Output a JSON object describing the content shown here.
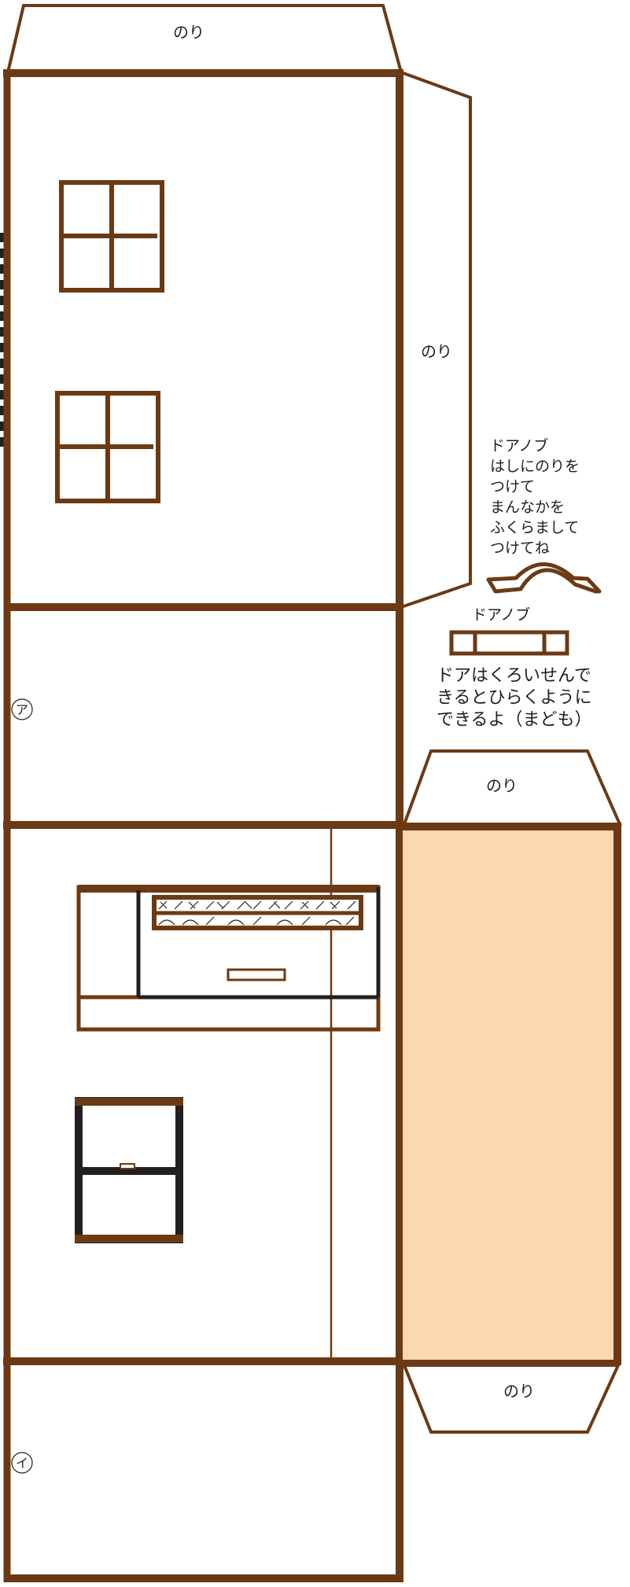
{
  "colors": {
    "brown": "#6b3a14",
    "black": "#231f20",
    "peach": "#fbd8b0",
    "white": "#ffffff"
  },
  "glue_labels": {
    "top": "のり",
    "right_side": "のり",
    "small_top": "のり",
    "small_bottom": "のり"
  },
  "knob_instructions": [
    "ドアノブ",
    "はしにのりを",
    "つけて",
    "まんなかを",
    "ふくらまして",
    "つけてね"
  ],
  "knob_label": "ドアノブ",
  "door_note": [
    "ドアはくろいせんで",
    "きるとひらくように",
    "できるよ（まども）"
  ],
  "markers": {
    "a": "ア",
    "i": "イ"
  }
}
